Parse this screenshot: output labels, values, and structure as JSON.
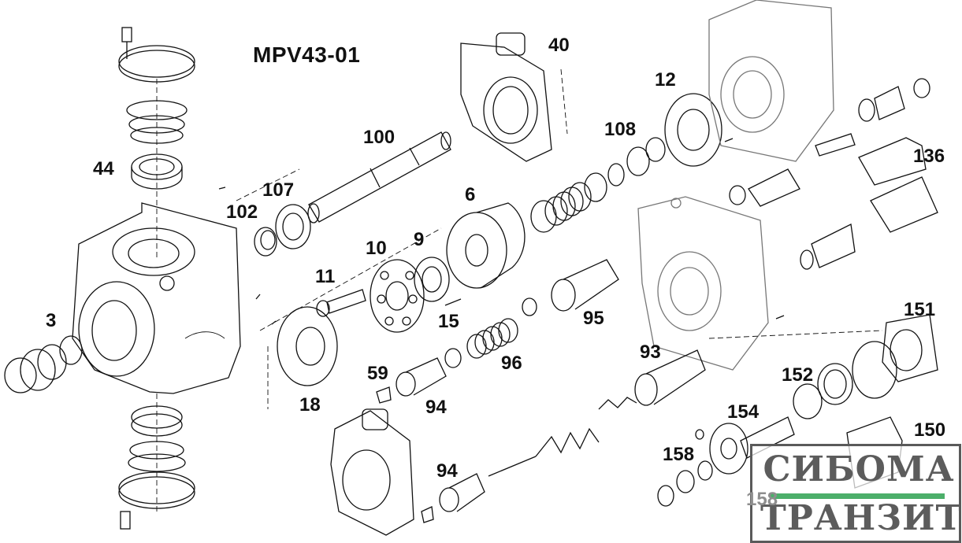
{
  "diagram": {
    "title": "MPV43-01",
    "type": "exploded parts diagram",
    "callouts": [
      {
        "id": "c3",
        "label": "3"
      },
      {
        "id": "c6",
        "label": "6"
      },
      {
        "id": "c9",
        "label": "9"
      },
      {
        "id": "c10",
        "label": "10"
      },
      {
        "id": "c11",
        "label": "11"
      },
      {
        "id": "c12",
        "label": "12"
      },
      {
        "id": "c15",
        "label": "15"
      },
      {
        "id": "c18",
        "label": "18"
      },
      {
        "id": "c40",
        "label": "40"
      },
      {
        "id": "c44",
        "label": "44"
      },
      {
        "id": "c59",
        "label": "59"
      },
      {
        "id": "c93",
        "label": "93"
      },
      {
        "id": "c94a",
        "label": "94"
      },
      {
        "id": "c94b",
        "label": "94"
      },
      {
        "id": "c95",
        "label": "95"
      },
      {
        "id": "c96",
        "label": "96"
      },
      {
        "id": "c100",
        "label": "100"
      },
      {
        "id": "c102",
        "label": "102"
      },
      {
        "id": "c107",
        "label": "107"
      },
      {
        "id": "c108",
        "label": "108"
      },
      {
        "id": "c136",
        "label": "136"
      },
      {
        "id": "c150",
        "label": "150"
      },
      {
        "id": "c151",
        "label": "151"
      },
      {
        "id": "c152",
        "label": "152"
      },
      {
        "id": "c154",
        "label": "154"
      },
      {
        "id": "c158a",
        "label": "158"
      },
      {
        "id": "c158b",
        "label": "158"
      }
    ]
  },
  "watermark": {
    "line1": "СИБОМА",
    "line2": "ТРАНЗИТ",
    "bar_color": "#4caf6a",
    "text_color": "#5c5c5c"
  }
}
